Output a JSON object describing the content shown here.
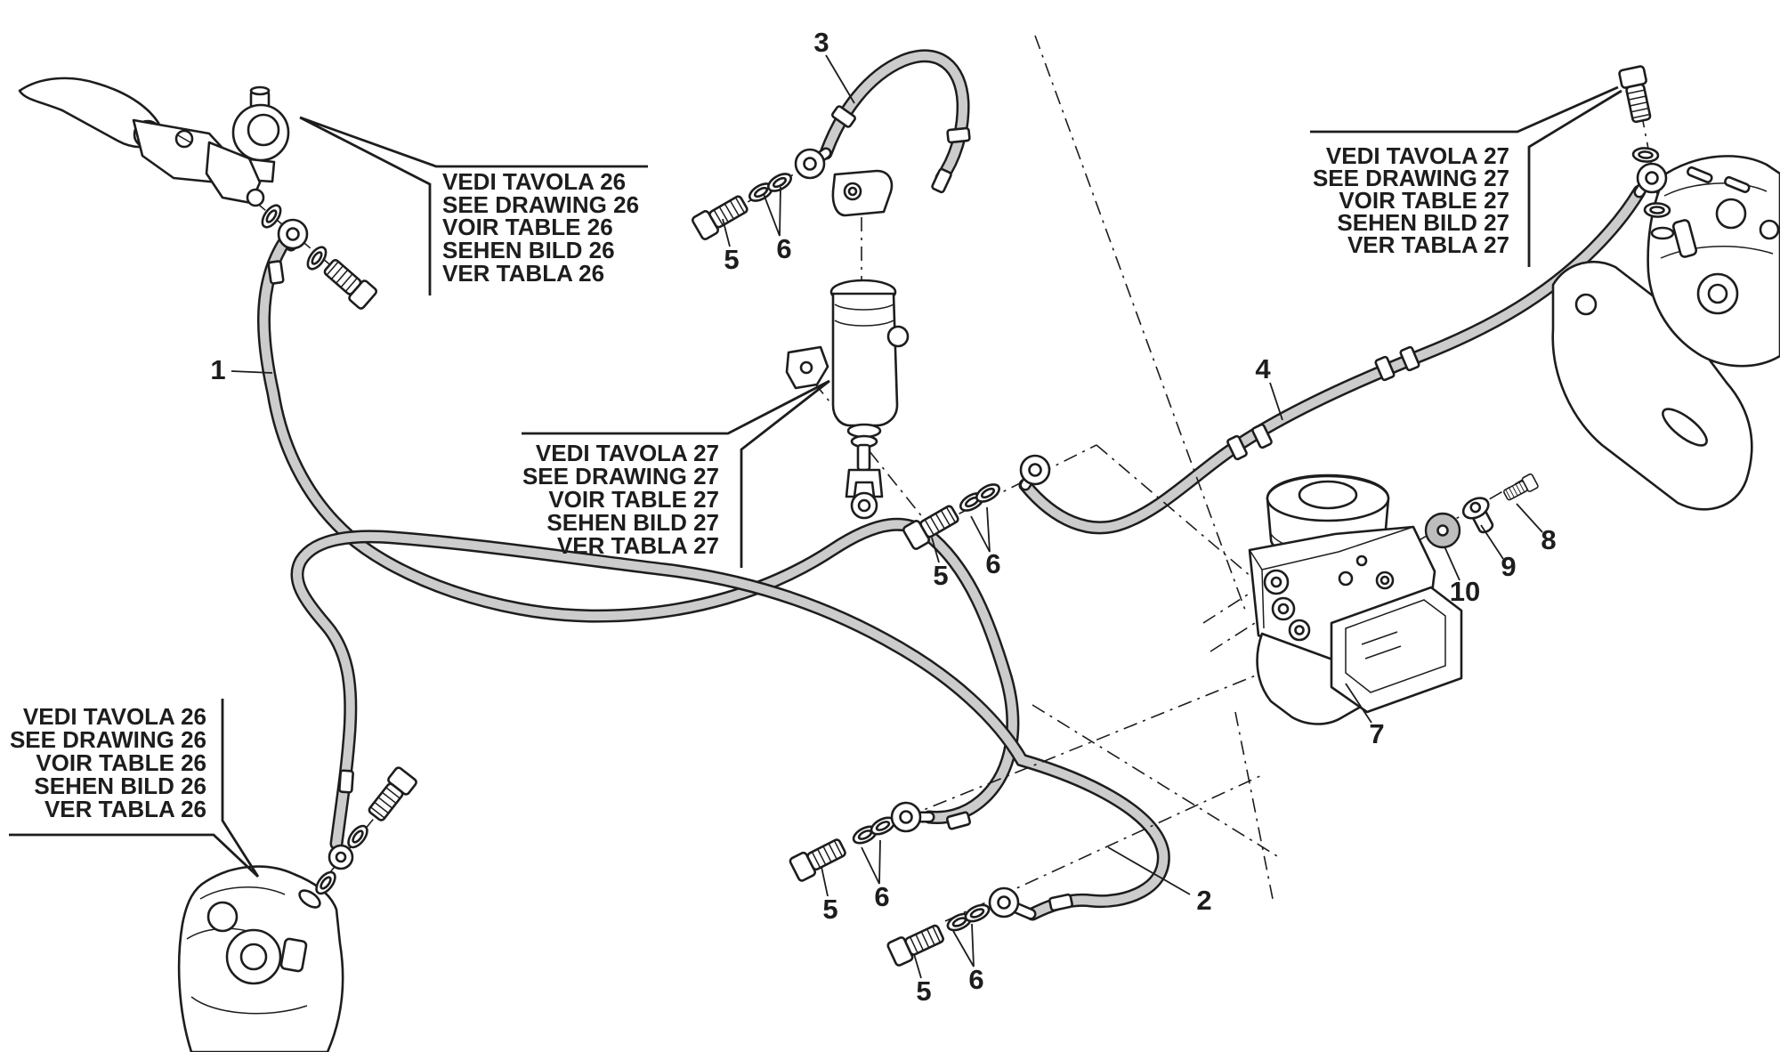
{
  "figure": {
    "kind": "exploded-parts-diagram",
    "subject": "motorcycle ABS brake lines"
  },
  "colors": {
    "ink": "#1d1d1d",
    "hose_fill": "#cccccc",
    "grommet_fill": "#bdbdbd",
    "background": "#ffffff"
  },
  "callouts": {
    "top_left": {
      "lines": [
        "VEDI TAVOLA 26",
        "SEE DRAWING 26",
        "VOIR TABLE 26",
        "SEHEN BILD 26",
        "VER TABLA 26"
      ]
    },
    "center": {
      "lines": [
        "VEDI TAVOLA 27",
        "SEE DRAWING 27",
        "VOIR TABLE 27",
        "SEHEN BILD 27",
        "VER TABLA 27"
      ]
    },
    "top_right": {
      "lines": [
        "VEDI TAVOLA 27",
        "SEE DRAWING 27",
        "VOIR TABLE 27",
        "SEHEN BILD 27",
        "VER TABLA 27"
      ]
    },
    "bottom_left": {
      "lines": [
        "VEDI TAVOLA 26",
        "SEE DRAWING 26",
        "VOIR TABLE 26",
        "SEHEN BILD 26",
        "VER TABLA 26"
      ]
    }
  },
  "part_labels": [
    "1",
    "2",
    "3",
    "4",
    "5",
    "6",
    "5",
    "6",
    "5",
    "6",
    "5",
    "6",
    "7",
    "8",
    "9",
    "10"
  ]
}
